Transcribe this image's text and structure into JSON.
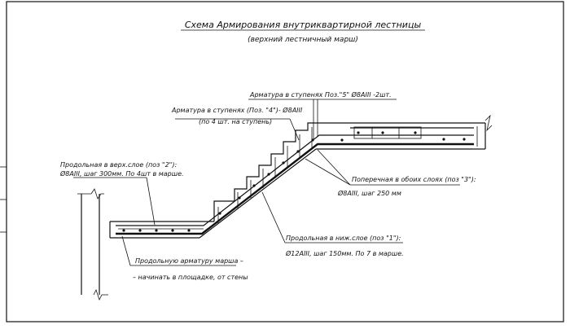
{
  "title": "Схема Армирования внутриквартирной лестницы",
  "subtitle": "(верхний лестничный марш)",
  "callouts": {
    "step_rebar_pos5": "Арматура в ступенях Поз.\"5\" Ø8AIII -2шт.",
    "step_rebar_pos4_line1": "Арматура в ступенях (Поз. \"4\")- Ø8AIII",
    "step_rebar_pos4_line2": "(по 4 шт. на ступень)",
    "upper_long_line1": "Продольная в верх.слое (поз \"2\"):",
    "upper_long_line2": "Ø8AIII, шаг 300мм. По 4шт в марше.",
    "transverse_line1": "Поперечная в обоих слоях (поз \"3\"):",
    "transverse_line2": "Ø8AIII, шаг 250 мм",
    "lower_long_line1": "Продольная в ниж.слое (поз \"1\"):",
    "lower_long_line2": "Ø12AIII, шаг 150мм. По 7 в марше.",
    "start_note_line1": "Продольную арматуру марша –",
    "start_note_line2": "– начинать в площадке, от стены"
  }
}
